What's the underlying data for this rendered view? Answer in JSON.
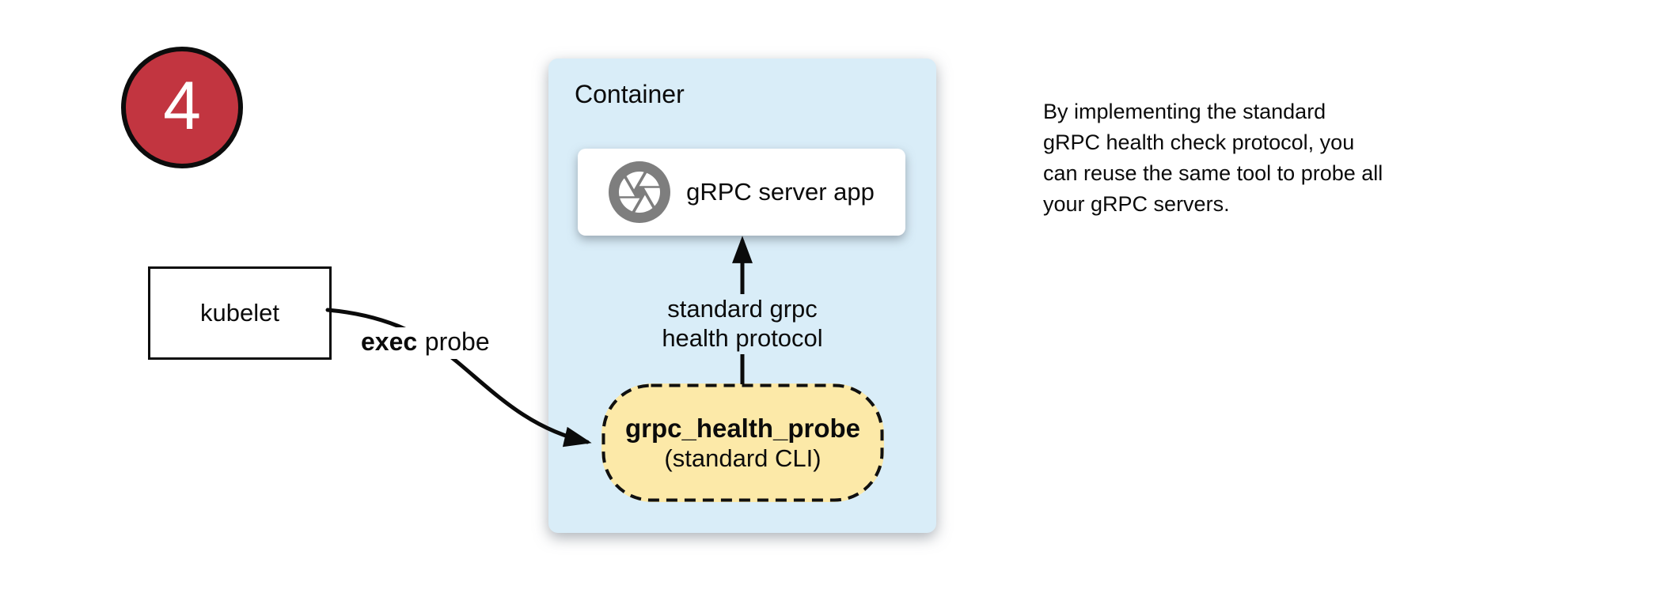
{
  "badge": {
    "number": "4"
  },
  "colors": {
    "badge-red": "#c23540",
    "container-blue": "#d9edf8",
    "probe-yellow": "#fce9a8",
    "icon-gray": "#7e7e7e",
    "ink": "#0b0b0b"
  },
  "container": {
    "label": "Container"
  },
  "server_box": {
    "label": "gRPC server app",
    "icon": "aperture-icon"
  },
  "probe_box": {
    "title": "grpc_health_probe",
    "subtitle": "(standard CLI)"
  },
  "kubelet_box": {
    "label": "kubelet"
  },
  "exec_arrow": {
    "label_bold": "exec",
    "label_rest": "probe"
  },
  "protocol_arrow": {
    "label_line1": "standard grpc",
    "label_line2": "health protocol"
  },
  "note": {
    "lines": [
      "By implementing the standard",
      "gRPC health check protocol, you",
      "can reuse the same tool to probe all",
      "your gRPC servers."
    ]
  }
}
